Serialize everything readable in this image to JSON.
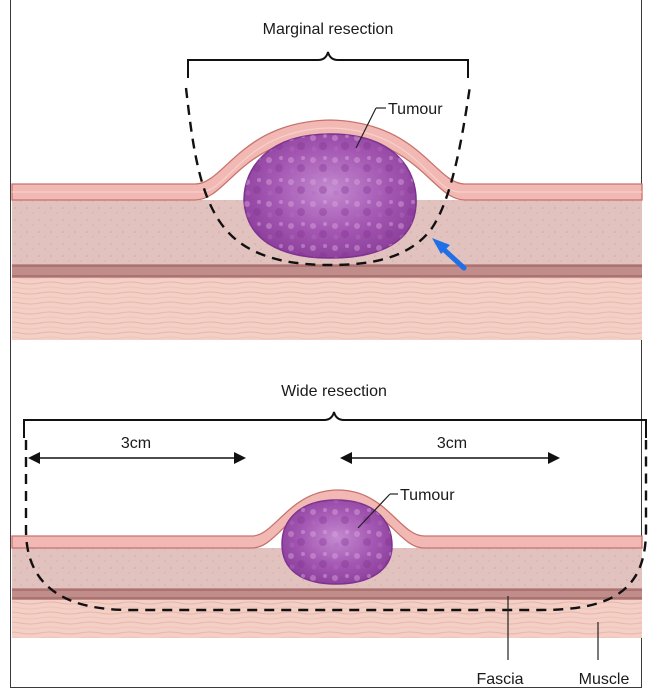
{
  "panels": {
    "marginal": {
      "title": "Marginal resection",
      "tumour_label": "Tumour"
    },
    "wide": {
      "title": "Wide resection",
      "margin_left": "3cm",
      "margin_right": "3cm",
      "tumour_label": "Tumour",
      "fascia_label": "Fascia",
      "muscle_label": "Muscle"
    }
  },
  "colors": {
    "skin": "#f2b9b4",
    "skin_edge": "#c9726d",
    "subcutis": "#e4c4c0",
    "fascia": "#b98482",
    "muscle": "#f3cfc5",
    "tumour": "#9b4ea8",
    "tumour_light": "#c88ac9",
    "annotation_arrow": "#1f6fe6"
  },
  "icons": {
    "pointer": "blue-arrow-icon"
  }
}
